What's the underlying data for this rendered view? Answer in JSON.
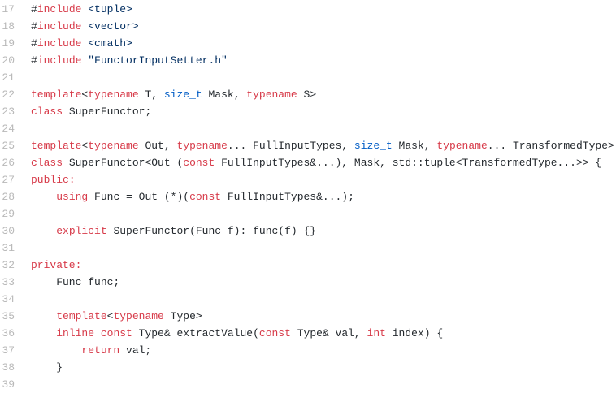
{
  "editor": {
    "colors": {
      "background": "#ffffff",
      "line_number": "#b9b9b9",
      "plain": "#24292e",
      "keyword": "#d73a49",
      "type": "#005cc5",
      "string": "#032f62",
      "function": "#6f42c1"
    },
    "lines": [
      {
        "number": "17",
        "tokens": [
          {
            "text": "#",
            "kind": "plain"
          },
          {
            "text": "include",
            "kind": "keyword"
          },
          {
            "text": " ",
            "kind": "plain"
          },
          {
            "text": "<tuple>",
            "kind": "string"
          }
        ]
      },
      {
        "number": "18",
        "tokens": [
          {
            "text": "#",
            "kind": "plain"
          },
          {
            "text": "include",
            "kind": "keyword"
          },
          {
            "text": " ",
            "kind": "plain"
          },
          {
            "text": "<vector>",
            "kind": "string"
          }
        ]
      },
      {
        "number": "19",
        "tokens": [
          {
            "text": "#",
            "kind": "plain"
          },
          {
            "text": "include",
            "kind": "keyword"
          },
          {
            "text": " ",
            "kind": "plain"
          },
          {
            "text": "<cmath>",
            "kind": "string"
          }
        ]
      },
      {
        "number": "20",
        "tokens": [
          {
            "text": "#",
            "kind": "plain"
          },
          {
            "text": "include",
            "kind": "keyword"
          },
          {
            "text": " ",
            "kind": "plain"
          },
          {
            "text": "\"FunctorInputSetter.h\"",
            "kind": "string"
          }
        ]
      },
      {
        "number": "21",
        "tokens": []
      },
      {
        "number": "22",
        "tokens": [
          {
            "text": "template",
            "kind": "keyword"
          },
          {
            "text": "<",
            "kind": "plain"
          },
          {
            "text": "typename",
            "kind": "keyword"
          },
          {
            "text": " T, ",
            "kind": "plain"
          },
          {
            "text": "size_t",
            "kind": "type"
          },
          {
            "text": " Mask, ",
            "kind": "plain"
          },
          {
            "text": "typename",
            "kind": "keyword"
          },
          {
            "text": " S>",
            "kind": "plain"
          }
        ]
      },
      {
        "number": "23",
        "tokens": [
          {
            "text": "class",
            "kind": "keyword"
          },
          {
            "text": " ",
            "kind": "plain"
          },
          {
            "text": "SuperFunctor",
            "kind": "function"
          },
          {
            "text": ";",
            "kind": "plain"
          }
        ]
      },
      {
        "number": "24",
        "tokens": []
      },
      {
        "number": "25",
        "tokens": [
          {
            "text": "template",
            "kind": "keyword"
          },
          {
            "text": "<",
            "kind": "plain"
          },
          {
            "text": "typename",
            "kind": "keyword"
          },
          {
            "text": " Out, ",
            "kind": "plain"
          },
          {
            "text": "typename",
            "kind": "keyword"
          },
          {
            "text": "... FullInputTypes, ",
            "kind": "plain"
          },
          {
            "text": "size_t",
            "kind": "type"
          },
          {
            "text": " Mask, ",
            "kind": "plain"
          },
          {
            "text": "typename",
            "kind": "keyword"
          },
          {
            "text": "... TransformedType>",
            "kind": "plain"
          }
        ]
      },
      {
        "number": "26",
        "tokens": [
          {
            "text": "class",
            "kind": "keyword"
          },
          {
            "text": " ",
            "kind": "plain"
          },
          {
            "text": "SuperFunctor",
            "kind": "function"
          },
          {
            "text": "<Out (",
            "kind": "plain"
          },
          {
            "text": "const",
            "kind": "keyword"
          },
          {
            "text": " FullInputTypes&...), Mask, std::tuple<TransformedType...>> {",
            "kind": "plain"
          }
        ]
      },
      {
        "number": "27",
        "tokens": [
          {
            "text": "public:",
            "kind": "keyword"
          }
        ]
      },
      {
        "number": "28",
        "tokens": [
          {
            "text": "    ",
            "kind": "plain"
          },
          {
            "text": "using",
            "kind": "keyword"
          },
          {
            "text": " Func = Out (*)(",
            "kind": "plain"
          },
          {
            "text": "const",
            "kind": "keyword"
          },
          {
            "text": " FullInputTypes&...);",
            "kind": "plain"
          }
        ]
      },
      {
        "number": "29",
        "tokens": []
      },
      {
        "number": "30",
        "tokens": [
          {
            "text": "    ",
            "kind": "plain"
          },
          {
            "text": "explicit",
            "kind": "keyword"
          },
          {
            "text": " ",
            "kind": "plain"
          },
          {
            "text": "SuperFunctor",
            "kind": "function"
          },
          {
            "text": "(Func f): func(f) {}",
            "kind": "plain"
          }
        ]
      },
      {
        "number": "31",
        "tokens": []
      },
      {
        "number": "32",
        "tokens": [
          {
            "text": "private:",
            "kind": "keyword"
          }
        ]
      },
      {
        "number": "33",
        "tokens": [
          {
            "text": "    Func func;",
            "kind": "plain"
          }
        ]
      },
      {
        "number": "34",
        "tokens": []
      },
      {
        "number": "35",
        "tokens": [
          {
            "text": "    ",
            "kind": "plain"
          },
          {
            "text": "template",
            "kind": "keyword"
          },
          {
            "text": "<",
            "kind": "plain"
          },
          {
            "text": "typename",
            "kind": "keyword"
          },
          {
            "text": " Type>",
            "kind": "plain"
          }
        ]
      },
      {
        "number": "36",
        "tokens": [
          {
            "text": "    ",
            "kind": "plain"
          },
          {
            "text": "inline",
            "kind": "keyword"
          },
          {
            "text": " ",
            "kind": "plain"
          },
          {
            "text": "const",
            "kind": "keyword"
          },
          {
            "text": " Type& ",
            "kind": "plain"
          },
          {
            "text": "extractValue",
            "kind": "function"
          },
          {
            "text": "(",
            "kind": "plain"
          },
          {
            "text": "const",
            "kind": "keyword"
          },
          {
            "text": " Type& val, ",
            "kind": "plain"
          },
          {
            "text": "int",
            "kind": "keyword"
          },
          {
            "text": " index) {",
            "kind": "plain"
          }
        ]
      },
      {
        "number": "37",
        "tokens": [
          {
            "text": "        ",
            "kind": "plain"
          },
          {
            "text": "return",
            "kind": "keyword"
          },
          {
            "text": " val;",
            "kind": "plain"
          }
        ]
      },
      {
        "number": "38",
        "tokens": [
          {
            "text": "    }",
            "kind": "plain"
          }
        ]
      },
      {
        "number": "39",
        "tokens": []
      }
    ]
  }
}
